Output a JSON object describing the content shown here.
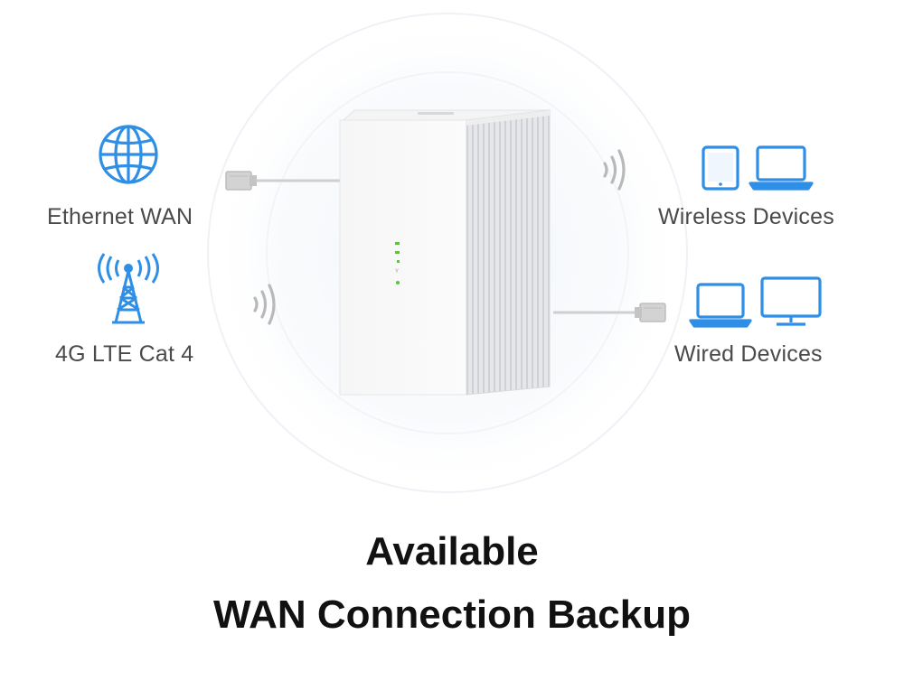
{
  "labels": {
    "ethernet_wan": "Ethernet WAN",
    "lte": "4G LTE Cat 4",
    "wireless_devices": "Wireless Devices",
    "wired_devices": "Wired Devices"
  },
  "headline": {
    "line1": "Available",
    "line2": "WAN Connection Backup"
  },
  "colors": {
    "icon_blue": "#2f8ee5",
    "label_gray": "#4a4a4a",
    "cable_gray": "#c8c8c8",
    "led_green": "#5ac43a"
  },
  "icons": [
    "globe-icon",
    "cell-tower-icon",
    "tablet-icon",
    "laptop-icon",
    "monitor-icon",
    "wifi-waves-icon",
    "ethernet-plug-icon"
  ]
}
